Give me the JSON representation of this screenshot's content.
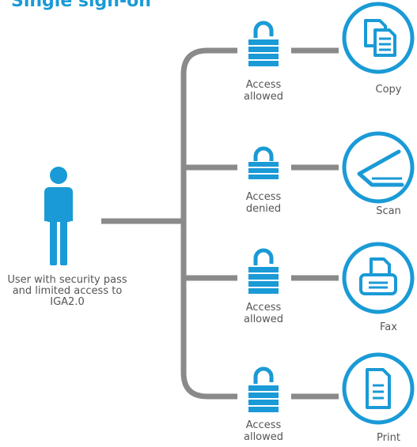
{
  "title": "Single sign-on",
  "user": {
    "label": "User with security pass and limited access to IGA2.0"
  },
  "branches": [
    {
      "status": "Access allowed",
      "lock": "open-padlock-icon",
      "device": "Copy",
      "device_icon": "copy-icon"
    },
    {
      "status": "Access denied",
      "lock": "closed-padlock-icon",
      "device": "Scan",
      "device_icon": "scan-icon"
    },
    {
      "status": "Access allowed",
      "lock": "open-padlock-icon",
      "device": "Fax",
      "device_icon": "fax-icon"
    },
    {
      "status": "Access allowed",
      "lock": "open-padlock-icon",
      "device": "Print",
      "device_icon": "print-icon"
    }
  ],
  "colors": {
    "accent": "#1a9ad6",
    "connector": "#8a8a8a",
    "text": "#555555"
  }
}
